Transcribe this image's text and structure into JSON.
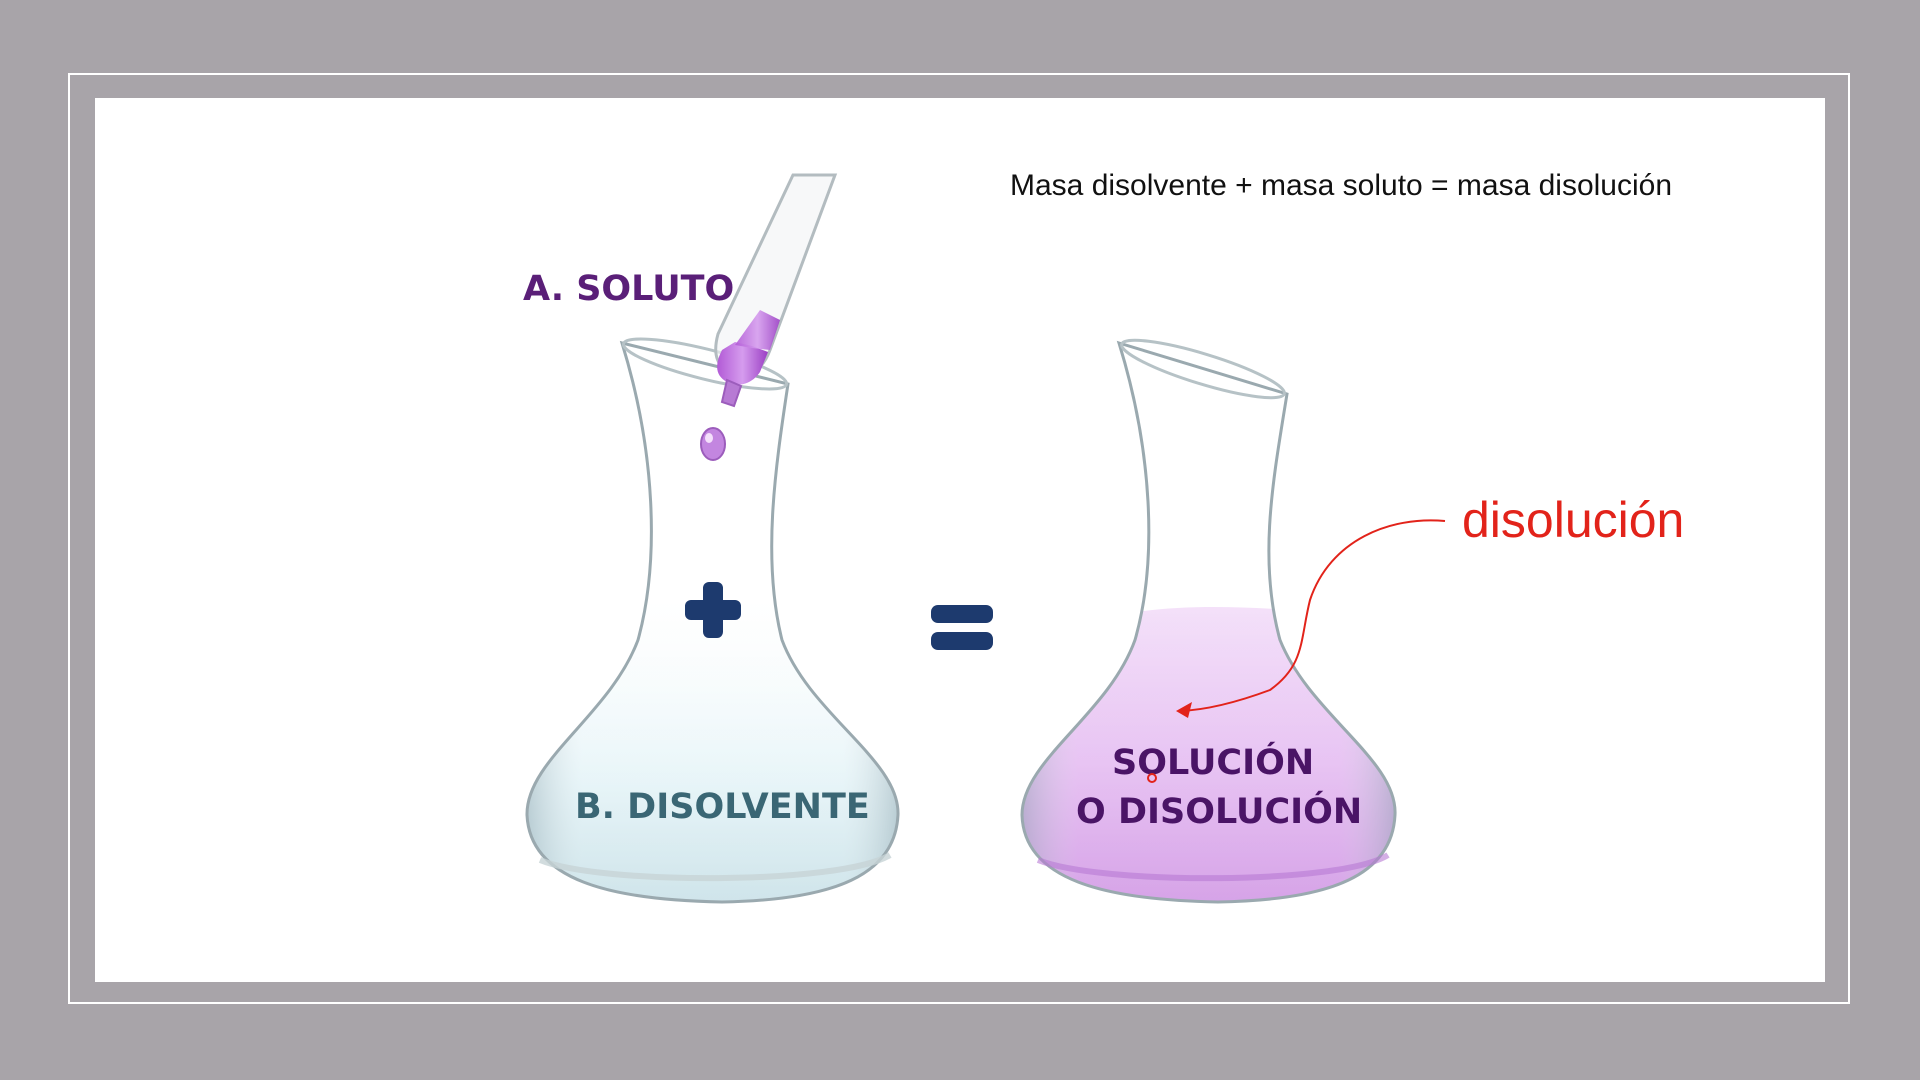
{
  "equation_text": "Masa disolvente + masa soluto = masa disolución",
  "solute_label": "A. SOLUTO",
  "solvent_label": "B. DISOLVENTE",
  "solution_label_line1": "SOLUCIÓN",
  "solution_label_line2": "O DISOLUCIÓN",
  "annotation_label": "disolución",
  "plus_symbol": "+",
  "equals_symbol": "=",
  "colors": {
    "background": "#a8a4a9",
    "slide": "#ffffff",
    "solute_text": "#5a1f78",
    "solvent_text": "#3a6674",
    "solution_text": "#4a1466",
    "solution_liquid": "#d9a6ec",
    "solvent_liquid": "#dff1f5",
    "operator": "#1d3a6e",
    "annotation": "#e2231a"
  }
}
